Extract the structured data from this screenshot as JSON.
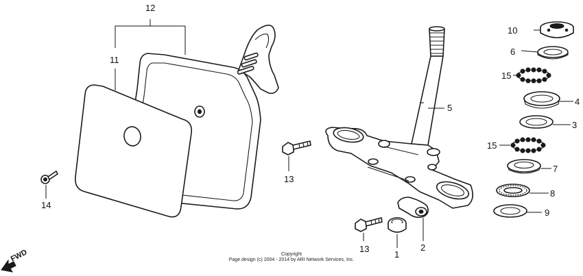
{
  "callouts": {
    "c1": "1",
    "c2": "2",
    "c3": "3",
    "c4": "4",
    "c5": "5",
    "c6": "6",
    "c7": "7",
    "c8": "8",
    "c9": "9",
    "c10": "10",
    "c11": "11",
    "c12": "12",
    "c13a": "13",
    "c13b": "13",
    "c14": "14",
    "c15a": "15",
    "c15b": "15"
  },
  "copyright": {
    "line1": "Copyright",
    "line2": "Page design (c) 2004 - 2014 by ARI Network Services, Inc."
  },
  "fwd_label": "FWD"
}
